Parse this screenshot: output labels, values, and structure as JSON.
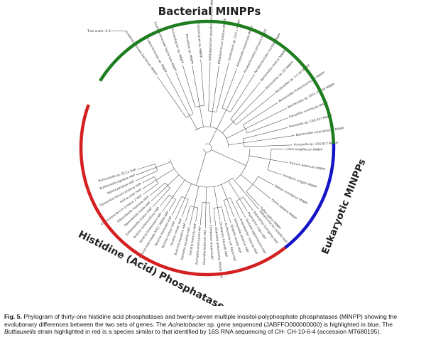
{
  "groups": {
    "bacterial": {
      "label": "Bacterial MINPPs",
      "color": "#1e7d1e"
    },
    "eukaryotic": {
      "label": "Eukaryotic MINPPs",
      "color": "#1515c8"
    },
    "histidine": {
      "label": "Histidine (Acid) Phosphatases",
      "color": "#d42020"
    }
  },
  "tree_scale": "Tree scale: 0.1",
  "leaves": [
    {
      "text": "Buttiauxella sp. GC21 HAP",
      "group": "histidine",
      "color": "#c0392b"
    },
    {
      "text": "Buttiauxella agrestis HAP",
      "group": "histidine",
      "color": "#c0392b"
    },
    {
      "text": "Hafnia paralvei HAP",
      "group": "histidine",
      "color": "#333333"
    },
    {
      "text": "Obesumbacterium proteus HAP",
      "group": "histidine",
      "color": "#333333"
    },
    {
      "text": "Hafnia alvei HAP",
      "group": "histidine",
      "color": "#333333"
    },
    {
      "text": "Obesumbacterium proteus 2 HAP",
      "group": "histidine",
      "color": "#333333"
    },
    {
      "text": "Edwardsiella hoshinae HAP",
      "group": "histidine",
      "color": "#333333"
    },
    {
      "text": "Edwardsiella tarda HAP",
      "group": "histidine",
      "color": "#333333"
    },
    {
      "text": "Edwardsiella ictaluri HAP",
      "group": "histidine",
      "color": "#333333"
    },
    {
      "text": "Yersinia enterocolitica HAP",
      "group": "histidine",
      "color": "#333333"
    },
    {
      "text": "Yersinia kristensenii HAP",
      "group": "histidine",
      "color": "#333333"
    },
    {
      "text": "Yersinia intermedia ATCC 29909 HAP",
      "group": "histidine",
      "color": "#333333"
    },
    {
      "text": "Yersinia mollaretii HAP",
      "group": "histidine",
      "color": "#333333"
    },
    {
      "text": "Yersinia ruckeri HAP",
      "group": "histidine",
      "color": "#333333"
    },
    {
      "text": "Yersinia rohdei HAP",
      "group": "histidine",
      "color": "#333333"
    },
    {
      "text": "Budvicia aquatica HAP",
      "group": "histidine",
      "color": "#333333"
    },
    {
      "text": "Rahnella aquatilis HAP",
      "group": "histidine",
      "color": "#333333"
    },
    {
      "text": "Serratia fonticola HAP",
      "group": "histidine",
      "color": "#333333"
    },
    {
      "text": "Ewingella americana HAP",
      "group": "histidine",
      "color": "#333333"
    },
    {
      "text": "Rouxiella badensis HAP",
      "group": "histidine",
      "color": "#333333"
    },
    {
      "text": "Citrobacter braakii HAP",
      "group": "histidine",
      "color": "#333333"
    },
    {
      "text": "Klebsiella pneumoniae WGLW HAP",
      "group": "histidine",
      "color": "#333333"
    },
    {
      "text": "Citrobacter freundii HAP",
      "group": "histidine",
      "color": "#333333"
    },
    {
      "text": "Escherichia coli AppA HAP",
      "group": "histidine",
      "color": "#333333"
    },
    {
      "text": "Shigella sonnei HAP",
      "group": "histidine",
      "color": "#333333"
    },
    {
      "text": "Salmonella enterica HAP",
      "group": "histidine",
      "color": "#333333"
    },
    {
      "text": "Enterobacter cloacae HAP",
      "group": "histidine",
      "color": "#333333"
    },
    {
      "text": "Pantoea agglomerans HAP",
      "group": "histidine",
      "color": "#333333"
    },
    {
      "text": "Aspergillus niger HAP",
      "group": "histidine",
      "color": "#333333"
    },
    {
      "text": "Aspergillus fumigatus HAP",
      "group": "histidine",
      "color": "#333333"
    },
    {
      "text": "Debaryomyces castellii HAP",
      "group": "histidine",
      "color": "#333333"
    },
    {
      "text": "Gallus gallus MINPP",
      "group": "eukaryotic",
      "color": "#333333"
    },
    {
      "text": "Homo sapiens MINPP",
      "group": "eukaryotic",
      "color": "#333333"
    },
    {
      "text": "Rattus norvegicus MINPP",
      "group": "eukaryotic",
      "color": "#333333"
    },
    {
      "text": "Hordeum vulgare MINPP",
      "group": "eukaryotic",
      "color": "#333333"
    },
    {
      "text": "Triticum aestivum MINPP",
      "group": "eukaryotic",
      "color": "#333333"
    },
    {
      "text": "Lilium longiflorum MINPP",
      "group": "eukaryotic",
      "color": "#333333"
    },
    {
      "text": "Prevotella sp. CAG 617 MINPP",
      "group": "bacterial",
      "color": "#333333"
    },
    {
      "text": "Bacteroides xylanisolvens MINPP",
      "group": "bacterial",
      "color": "#333333"
    },
    {
      "text": "Prevotella sp. CAG 827 MINPP",
      "group": "bacterial",
      "color": "#333333"
    },
    {
      "text": "Prevotella ruminicola MINPP",
      "group": "bacterial",
      "color": "#333333"
    },
    {
      "text": "Bacteroides sp. ATCC 29148 MINPP",
      "group": "bacterial",
      "color": "#333333"
    },
    {
      "text": "Bacteroides thetaiotaomicron MINPP",
      "group": "bacterial",
      "color": "#333333"
    },
    {
      "text": "Bacteroides sp. 3.1.40 MINPP",
      "group": "bacterial",
      "color": "#333333"
    },
    {
      "text": "Bacteroides sp. D2 MINPP",
      "group": "bacterial",
      "color": "#333333"
    },
    {
      "text": "Bacteroides ovatus MINPP",
      "group": "bacterial",
      "color": "#333333"
    },
    {
      "text": "Parabacteroides merdae MINPP",
      "group": "bacterial",
      "color": "#333333"
    },
    {
      "text": "Parabacteroides johnsonii MINPP",
      "group": "bacterial",
      "color": "#333333"
    },
    {
      "text": "Barnesiella viscericola MINPP",
      "group": "bacterial",
      "color": "#333333"
    },
    {
      "text": "Clostridium sp. CAG 1 MINPP",
      "group": "bacterial",
      "color": "#333333"
    },
    {
      "text": "Bifidobacterium bifidum MINPP",
      "group": "bacterial",
      "color": "#333333"
    },
    {
      "text": "Bifidobacterium pseudocatenulatum MINPP",
      "group": "bacterial",
      "color": "#333333"
    },
    {
      "text": "Streptomyces sp. MINPP",
      "group": "bacterial",
      "color": "#333333"
    },
    {
      "text": "Prevotella sp. MINPP",
      "group": "bacterial",
      "color": "#333333"
    },
    {
      "text": "Acinetobacter sp. MINPP",
      "group": "bacterial",
      "color": "#1a1acc"
    },
    {
      "text": "Oxalobacteraceae bacterium MINPP",
      "group": "bacterial",
      "color": "#333333"
    },
    {
      "text": "Arcobacteraceae sp. MINPP",
      "group": "bacterial",
      "color": "#333333"
    },
    {
      "text": "Acidobacteriaceae bacterium MINPP",
      "group": "bacterial",
      "color": "#333333"
    }
  ],
  "caption": {
    "fig": "Fig. 5.",
    "p1": " Phylogram of thirty-one histidine acid phosphatases and twenty-seven multiple inositol-polyphosphate phosphatases (MINPP) showing the evolutionary differences between the two sets of genes. The ",
    "acinetobacter": "Acinetobacter",
    "p2": " sp. gene sequenced (JABFFO000000000) is highlighted in blue. The ",
    "buttiauxella": "Buttiauxella",
    "p3": " strain highlighted in red is a species similar to that identified by 16S RNA sequencing of CH- CH-10-6-4 (accession MT680195)."
  }
}
